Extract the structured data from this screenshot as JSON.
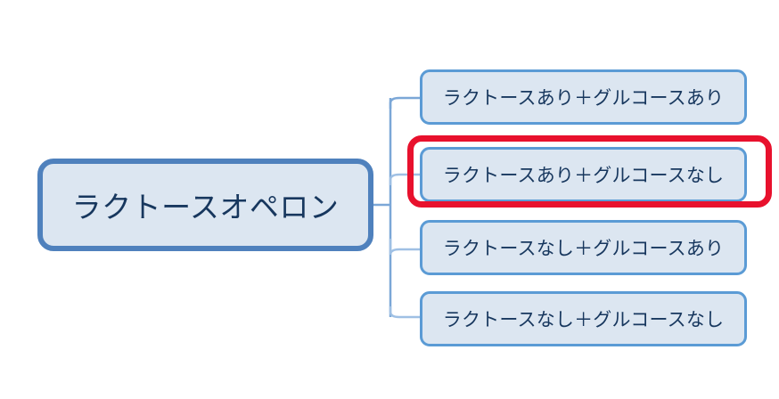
{
  "diagram": {
    "type": "mind-map",
    "root": {
      "label": "ラクトースオペロン"
    },
    "children": [
      {
        "label": "ラクトースあり＋グルコースあり",
        "highlighted": false
      },
      {
        "label": "ラクトースあり＋グルコースなし",
        "highlighted": true
      },
      {
        "label": "ラクトースなし＋グルコースあり",
        "highlighted": false
      },
      {
        "label": "ラクトースなし＋グルコースなし",
        "highlighted": false
      }
    ],
    "annotation": {
      "kind": "red-highlight-rectangle",
      "target": "ラクトースあり＋グルコースなし",
      "color": "#E8112D"
    },
    "colors": {
      "node_fill": "#DCE6F1",
      "node_border": "#5B9BD5",
      "root_border": "#4F81BD",
      "text": "#17375E",
      "connector": "#7BA7D7",
      "background": "#FFFFFF",
      "highlight": "#E8112D"
    }
  }
}
